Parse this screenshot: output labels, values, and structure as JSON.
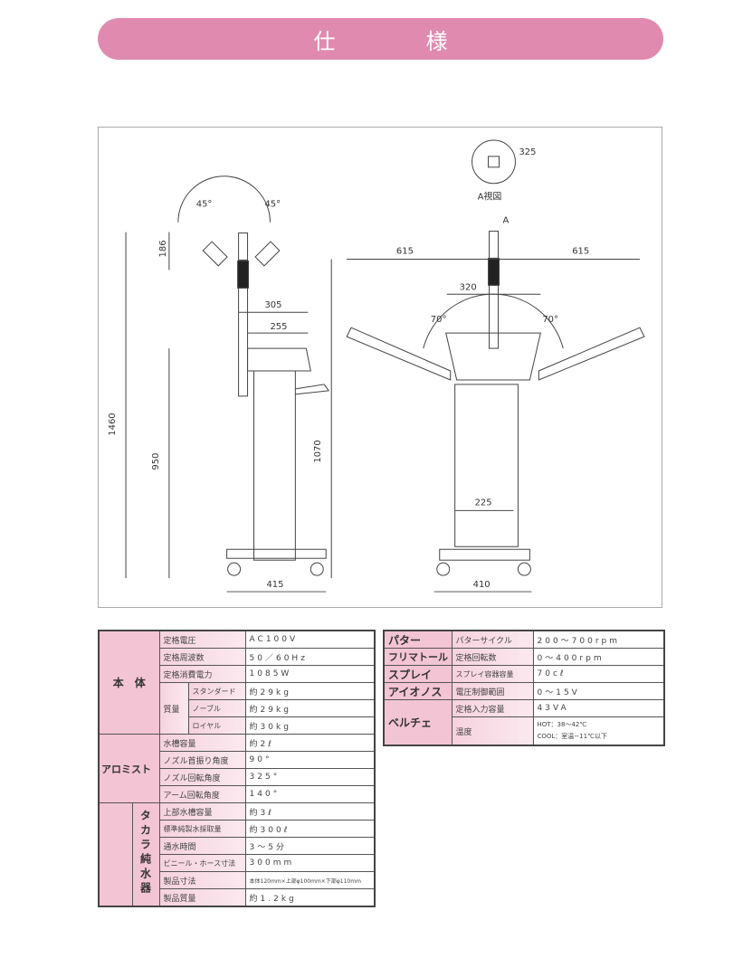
{
  "title": {
    "left": "仕",
    "right": "様"
  },
  "drawing": {
    "side": {
      "angle_left": "45°",
      "angle_right": "45°",
      "d186": "186",
      "d305": "305",
      "d255": "255",
      "d1460": "1460",
      "d950": "950",
      "d415": "415"
    },
    "front": {
      "view_label": "A視図",
      "d325": "325",
      "arrow_label": "A",
      "d615_left": "615",
      "d615_right": "615",
      "d320": "320",
      "angle_left": "70°",
      "angle_right": "70°",
      "d1070": "1070",
      "d225": "225",
      "d410": "410"
    }
  },
  "left_table": {
    "body_group": "本　体",
    "weight_group": "質量",
    "aromist_group": "アロミスト",
    "takara_group": "タカラ純水器",
    "rows": [
      {
        "label": "定格電圧",
        "value": "AC100V"
      },
      {
        "label": "定格周波数",
        "value": "50／60Hz"
      },
      {
        "label": "定格消費電力",
        "value": "1085W"
      },
      {
        "label": "スタンダード",
        "value": "約29kg"
      },
      {
        "label": "ノーブル",
        "value": "約29kg"
      },
      {
        "label": "ロイヤル",
        "value": "約30kg"
      },
      {
        "label": "水槽容量",
        "value": "約2ℓ"
      },
      {
        "label": "ノズル首振り角度",
        "value": "90°"
      },
      {
        "label": "ノズル回転角度",
        "value": "325°"
      },
      {
        "label": "アーム回転角度",
        "value": "140°"
      },
      {
        "label": "上部水槽容量",
        "value": "約3ℓ"
      },
      {
        "label": "標準純製水採取量",
        "value": "約300ℓ"
      },
      {
        "label": "通水時間",
        "value": "3〜5分"
      },
      {
        "label": "ビニール・ホース寸法",
        "value": "300mm"
      },
      {
        "label": "製品寸法",
        "value": "本体120mm×上部φ100mm×下部φ110mm"
      },
      {
        "label": "製品質量",
        "value": "約1.2kg"
      }
    ]
  },
  "right_table": {
    "rows": [
      {
        "group": "パター",
        "label": "パターサイクル",
        "value": "200〜700rpm"
      },
      {
        "group": "フリマトール",
        "label": "定格回転数",
        "value": "0〜400rpm"
      },
      {
        "group": "スプレイ",
        "label": "スプレイ容器容量",
        "value": "70cℓ"
      },
      {
        "group": "アイオノス",
        "label": "電圧制御範囲",
        "value": "0〜15V"
      },
      {
        "group": "ベルチェ",
        "label": "定格入力容量",
        "value": "43VA"
      },
      {
        "label": "温度",
        "value": "HOT：38〜42℃",
        "value2": "COOL：室温−11℃以下"
      }
    ]
  }
}
